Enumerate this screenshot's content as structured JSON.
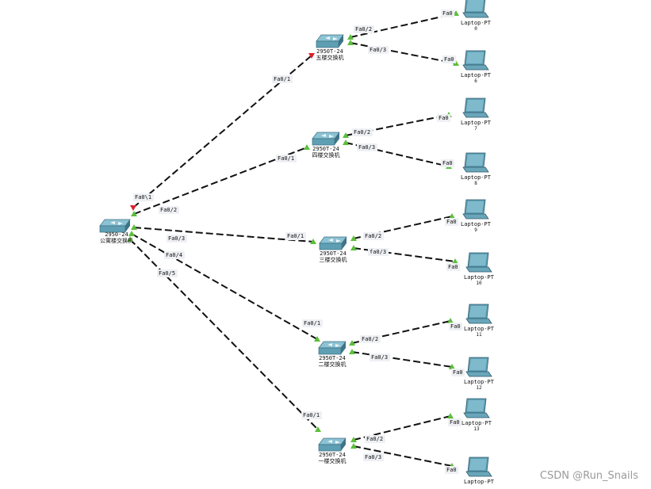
{
  "watermark": "CSDN @Run_Snails",
  "colors": {
    "link": "#111111",
    "link_up": "#5bbf3a",
    "link_down": "#e0202a",
    "device": "#5f9fb4"
  },
  "core_switch": {
    "model": "2950-24",
    "name": "公寓楼交换机"
  },
  "switches": [
    {
      "id": "s5",
      "model": "2950T-24",
      "name": "五楼交换机",
      "uplink": "Fa0/1",
      "core_port": "Fa0\\1",
      "uplink_state": "down"
    },
    {
      "id": "s4",
      "model": "2950T-24",
      "name": "四楼交换机",
      "uplink": "Fa0/1",
      "core_port": "Fa0/2",
      "uplink_state": "up"
    },
    {
      "id": "s3",
      "model": "2950T-24",
      "name": "三楼交换机",
      "uplink": "Fa0/1",
      "core_port": "Fa0/3",
      "uplink_state": "up"
    },
    {
      "id": "s2",
      "model": "2950T-24",
      "name": "二楼交换机",
      "uplink": "Fa0/1",
      "core_port": "Fa0/4",
      "uplink_state": "up"
    },
    {
      "id": "s1",
      "model": "2950T-24",
      "name": "一楼交换机",
      "uplink": "Fa0/1",
      "core_port": "Fa0/5",
      "uplink_state": "up"
    }
  ],
  "laptops": [
    {
      "switch": "s5",
      "sw_port": "Fa0/2",
      "pc_port": "Fa0",
      "name": "Laptop-PT",
      "num": "0"
    },
    {
      "switch": "s5",
      "sw_port": "Fa0/3",
      "pc_port": "Fa0",
      "name": "Laptop-PT",
      "num": "6"
    },
    {
      "switch": "s4",
      "sw_port": "Fa0/2",
      "pc_port": "Fa0",
      "name": "Laptop-PT",
      "num": "7"
    },
    {
      "switch": "s4",
      "sw_port": "Fa0/3",
      "pc_port": "Fa0",
      "name": "Laptop-PT",
      "num": "8"
    },
    {
      "switch": "s3",
      "sw_port": "Fa0/2",
      "pc_port": "Fa0",
      "name": "Laptop-PT",
      "num": "9"
    },
    {
      "switch": "s3",
      "sw_port": "fa0/3",
      "pc_port": "Fa0",
      "name": "Laptop-PT",
      "num": "10"
    },
    {
      "switch": "s2",
      "sw_port": "Fa0/2",
      "pc_port": "Fa0",
      "name": "Laptop-PT",
      "num": "11"
    },
    {
      "switch": "s2",
      "sw_port": "Fa0/3",
      "pc_port": "Fa0",
      "name": "Laptop-PT",
      "num": "12"
    },
    {
      "switch": "s1",
      "sw_port": "Fa0/2",
      "pc_port": "Fa0",
      "name": "Laptop-PT",
      "num": "13"
    },
    {
      "switch": "s1",
      "sw_port": "Fa0/3",
      "pc_port": "Fa0",
      "name": "Laptop-PT",
      "num": ""
    }
  ]
}
